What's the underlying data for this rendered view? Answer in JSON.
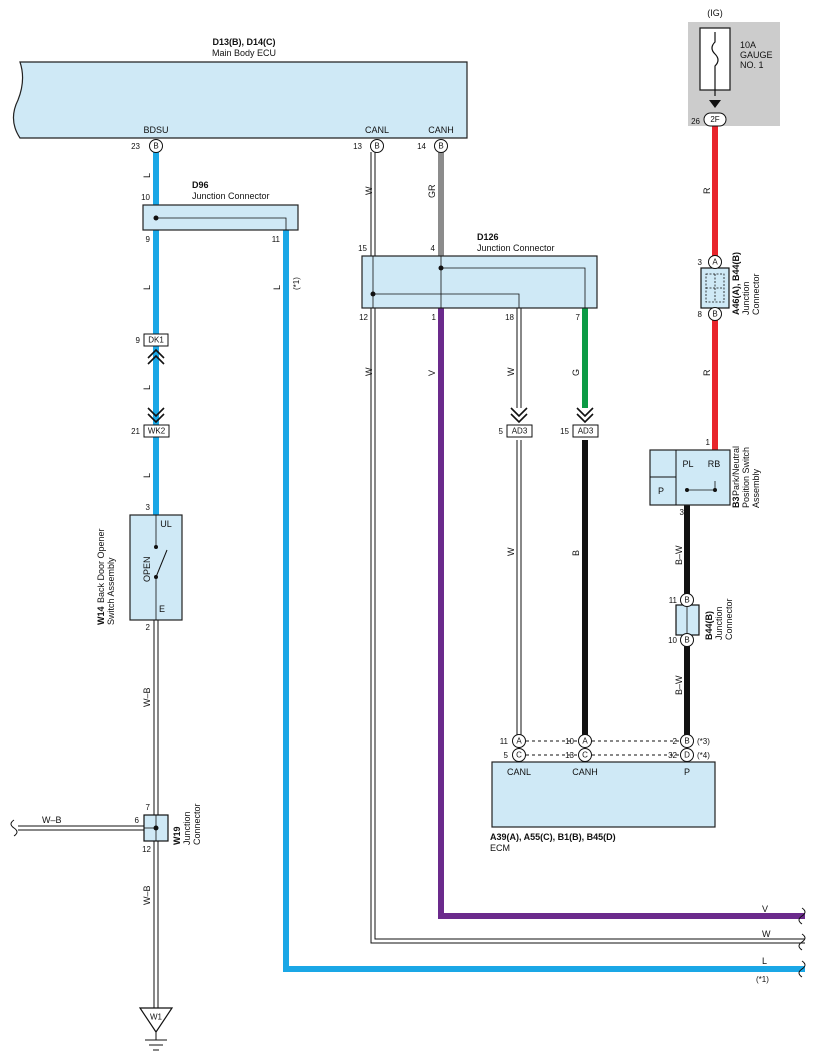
{
  "components": {
    "main_ecu": {
      "id": "D13(B), D14(C)",
      "name": "Main Body ECU",
      "pins": {
        "bdsu": "BDSU",
        "canl": "CANL",
        "canh": "CANH"
      }
    },
    "fuse": {
      "ig": "(IG)",
      "line1": "10A",
      "line2": "GAUGE",
      "line3": "NO. 1",
      "pin": "26",
      "conn": "2F"
    },
    "d96": {
      "id": "D96",
      "name": "Junction Connector"
    },
    "d126": {
      "id": "D126",
      "name": "Junction Connector"
    },
    "a46": {
      "id": "A46(A), B44(B)",
      "name1": "Junction",
      "name2": "Connector"
    },
    "b44": {
      "id": "B44(B)",
      "name1": "Junction",
      "name2": "Connector"
    },
    "b3": {
      "id": "B3",
      "name1": "Park/Neutral",
      "name2": "Position Switch",
      "name3": "Assembly",
      "pl": "PL",
      "rb": "RB",
      "p": "P"
    },
    "w14": {
      "id": "W14",
      "name1": "Back Door Opener",
      "name2": "Switch Assembly",
      "ul": "UL",
      "e": "E",
      "open": "OPEN"
    },
    "w19": {
      "id": "W19",
      "name1": "Junction",
      "name2": "Connector"
    },
    "ecm": {
      "id": "A39(A), A55(C), B1(B), B45(D)",
      "name": "ECM",
      "canl": "CANL",
      "canh": "CANH",
      "p": "P"
    },
    "dk1": "DK1",
    "wk2": "WK2",
    "ad3": "AD3",
    "ground": "W1"
  },
  "wire_colors": {
    "L": "L",
    "W": "W",
    "GR": "GR",
    "V": "V",
    "G": "G",
    "B": "B",
    "R": "R",
    "BW": "B–W",
    "WB": "W–B"
  },
  "pin_numbers": {
    "p23": "23",
    "p13": "13",
    "p14": "14",
    "p10": "10",
    "p9": "9",
    "p11": "11",
    "p15": "15",
    "p4": "4",
    "p12": "12",
    "p1": "1",
    "p18": "18",
    "p7": "7",
    "p9b": "9",
    "p21": "21",
    "p3": "3",
    "p2": "2",
    "p5": "5",
    "p15b": "15",
    "p3a": "3",
    "p8": "8",
    "p1b": "1",
    "p3b": "3",
    "p11b": "11",
    "p10b": "10",
    "p7b": "7",
    "p6": "6",
    "p12b": "12",
    "e11": "11",
    "e5": "5",
    "e10": "10",
    "e13": "13",
    "e2": "2",
    "e32": "32"
  },
  "pin_letters": {
    "B": "B",
    "A": "A",
    "C": "C",
    "D": "D"
  },
  "notes": {
    "n1": "(*1)",
    "n3": "(*3)",
    "n4": "(*4)"
  },
  "colors": {
    "blue": "#1aa7e6",
    "gray": "#8c8c8c",
    "purple": "#6b2a8c",
    "green": "#0c9b45",
    "black": "#111111",
    "red": "#e8242b",
    "box": "#cfe9f6"
  }
}
